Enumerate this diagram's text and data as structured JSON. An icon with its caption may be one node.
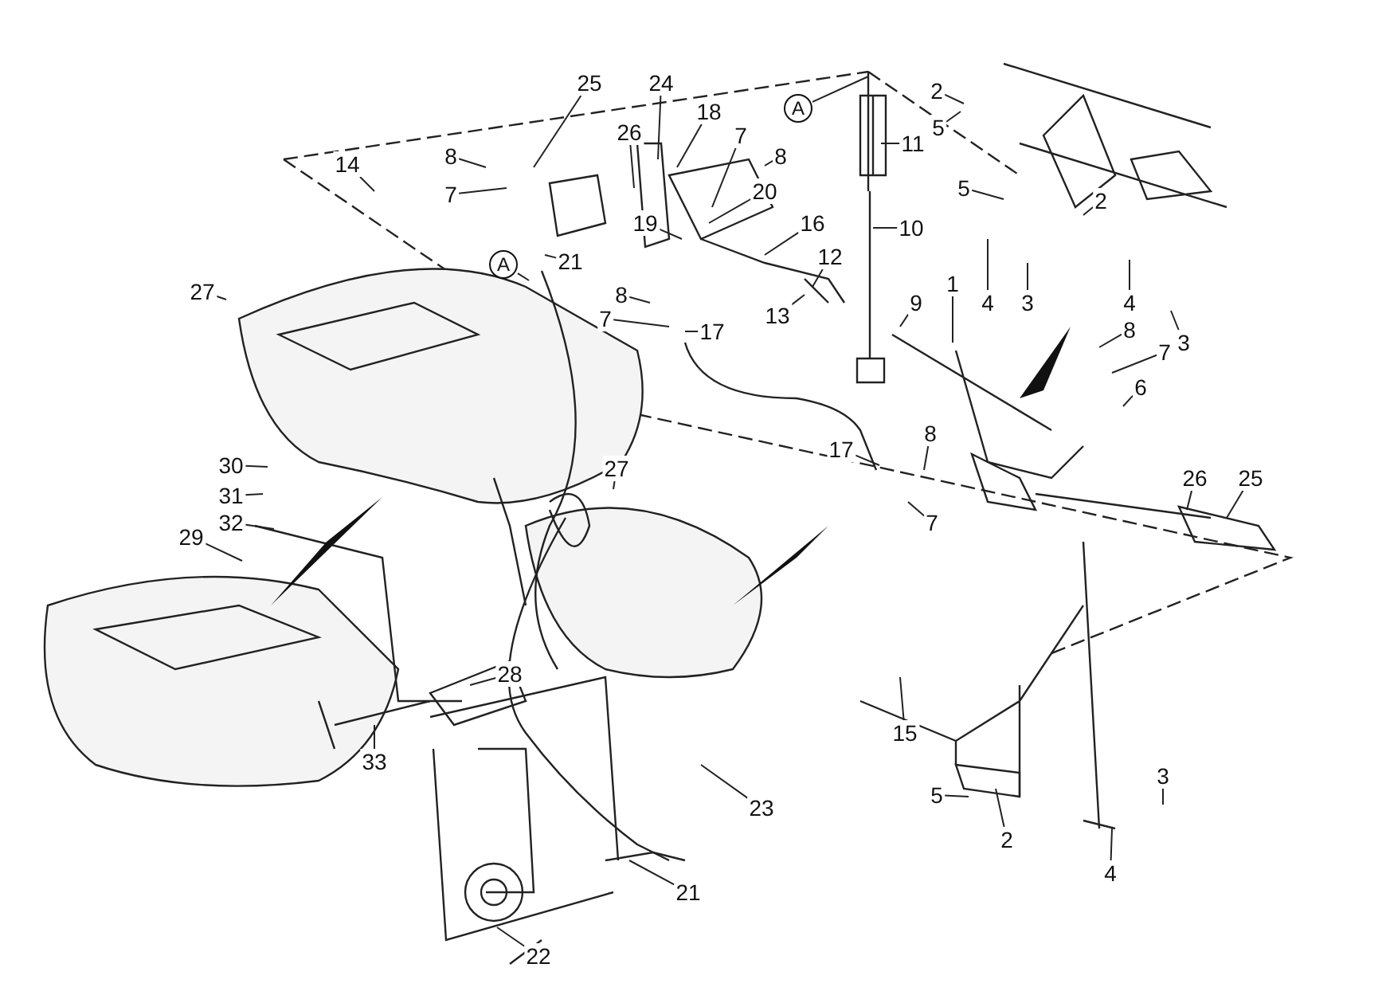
{
  "diagram": {
    "nodes": [
      {
        "text": [
          "14"
        ]
      },
      {
        "text": [
          "8"
        ]
      },
      {
        "text": [
          "7"
        ]
      },
      {
        "text": [
          "25"
        ]
      },
      {
        "text": [
          "26"
        ]
      },
      {
        "text": [
          "24"
        ]
      },
      {
        "text": [
          "18"
        ]
      },
      {
        "text": [
          "7"
        ]
      },
      {
        "text": [
          "8"
        ]
      },
      {
        "text": [
          "20"
        ]
      },
      {
        "text": [
          "19"
        ]
      },
      {
        "text": [
          "16"
        ]
      },
      {
        "text": [
          "A"
        ]
      },
      {
        "text": [
          "21"
        ]
      },
      {
        "text": [
          "27"
        ]
      },
      {
        "text": [
          "8"
        ]
      },
      {
        "text": [
          "7"
        ]
      },
      {
        "text": [
          "17"
        ]
      },
      {
        "text": [
          "12"
        ]
      },
      {
        "text": [
          "13"
        ]
      },
      {
        "text": [
          "A"
        ]
      },
      {
        "text": [
          "11"
        ]
      },
      {
        "text": [
          "10"
        ]
      },
      {
        "text": [
          "9"
        ]
      },
      {
        "text": [
          "1"
        ]
      },
      {
        "text": [
          "2"
        ]
      },
      {
        "text": [
          "5"
        ]
      },
      {
        "text": [
          "5"
        ]
      },
      {
        "text": [
          "2"
        ]
      },
      {
        "text": [
          "4"
        ]
      },
      {
        "text": [
          "3"
        ]
      },
      {
        "text": [
          "4"
        ]
      },
      {
        "text": [
          "3"
        ]
      },
      {
        "text": [
          "8"
        ]
      },
      {
        "text": [
          "7"
        ]
      },
      {
        "text": [
          "6"
        ]
      },
      {
        "text": [
          "17"
        ]
      },
      {
        "text": [
          "8"
        ]
      },
      {
        "text": [
          "7"
        ]
      },
      {
        "text": [
          "27"
        ]
      },
      {
        "text": [
          "30"
        ]
      },
      {
        "text": [
          "31"
        ]
      },
      {
        "text": [
          "32"
        ]
      },
      {
        "text": [
          "29"
        ]
      },
      {
        "text": [
          "26"
        ]
      },
      {
        "text": [
          "25"
        ]
      },
      {
        "text": [
          "28"
        ]
      },
      {
        "text": [
          "33"
        ]
      },
      {
        "text": [
          "15"
        ]
      },
      {
        "text": [
          "23"
        ]
      },
      {
        "text": [
          "21"
        ]
      },
      {
        "text": [
          "22"
        ]
      },
      {
        "text": [
          "5"
        ]
      },
      {
        "text": [
          "2"
        ]
      },
      {
        "text": [
          "4"
        ]
      },
      {
        "text": [
          "3"
        ]
      }
    ],
    "edges": [
      {
        "from": 0,
        "to": null,
        "arrow": "none"
      },
      {
        "from": 1,
        "to": null,
        "arrow": "none"
      },
      {
        "from": 2,
        "to": null,
        "arrow": "none"
      },
      {
        "from": 3,
        "to": null,
        "arrow": "none"
      },
      {
        "from": 4,
        "to": null,
        "arrow": "none"
      },
      {
        "from": 5,
        "to": null,
        "arrow": "none"
      },
      {
        "from": 6,
        "to": null,
        "arrow": "none"
      },
      {
        "from": 7,
        "to": null,
        "arrow": "none"
      },
      {
        "from": 8,
        "to": null,
        "arrow": "none"
      },
      {
        "from": 9,
        "to": null,
        "arrow": "none"
      },
      {
        "from": 10,
        "to": null,
        "arrow": "none"
      },
      {
        "from": 11,
        "to": null,
        "arrow": "none"
      },
      {
        "from": 12,
        "to": null,
        "arrow": "none"
      },
      {
        "from": 13,
        "to": null,
        "arrow": "none"
      },
      {
        "from": 14,
        "to": null,
        "arrow": "none"
      },
      {
        "from": 15,
        "to": null,
        "arrow": "none"
      },
      {
        "from": 16,
        "to": null,
        "arrow": "none"
      },
      {
        "from": 17,
        "to": null,
        "arrow": "none"
      },
      {
        "from": 18,
        "to": null,
        "arrow": "none"
      },
      {
        "from": 19,
        "to": null,
        "arrow": "none"
      },
      {
        "from": 20,
        "to": null,
        "arrow": "none"
      },
      {
        "from": 21,
        "to": null,
        "arrow": "none"
      },
      {
        "from": 22,
        "to": null,
        "arrow": "none"
      },
      {
        "from": 23,
        "to": null,
        "arrow": "none"
      },
      {
        "from": 24,
        "to": null,
        "arrow": "none"
      },
      {
        "from": 25,
        "to": null,
        "arrow": "none"
      },
      {
        "from": 26,
        "to": null,
        "arrow": "none"
      },
      {
        "from": 27,
        "to": null,
        "arrow": "none"
      },
      {
        "from": 28,
        "to": null,
        "arrow": "none"
      },
      {
        "from": 29,
        "to": null,
        "arrow": "none"
      },
      {
        "from": 30,
        "to": null,
        "arrow": "none"
      },
      {
        "from": 31,
        "to": null,
        "arrow": "none"
      },
      {
        "from": 32,
        "to": null,
        "arrow": "none"
      },
      {
        "from": 33,
        "to": null,
        "arrow": "none"
      },
      {
        "from": 34,
        "to": null,
        "arrow": "none"
      },
      {
        "from": 35,
        "to": null,
        "arrow": "none"
      },
      {
        "from": 36,
        "to": null,
        "arrow": "none"
      },
      {
        "from": 37,
        "to": null,
        "arrow": "none"
      },
      {
        "from": 38,
        "to": null,
        "arrow": "none"
      },
      {
        "from": 39,
        "to": null,
        "arrow": "none"
      },
      {
        "from": 40,
        "to": null,
        "arrow": "none"
      },
      {
        "from": 41,
        "to": null,
        "arrow": "none"
      },
      {
        "from": 42,
        "to": null,
        "arrow": "none"
      },
      {
        "from": 43,
        "to": null,
        "arrow": "none"
      },
      {
        "from": 44,
        "to": null,
        "arrow": "none"
      },
      {
        "from": 45,
        "to": null,
        "arrow": "none"
      },
      {
        "from": 46,
        "to": null,
        "arrow": "none"
      },
      {
        "from": 47,
        "to": null,
        "arrow": "none"
      },
      {
        "from": 48,
        "to": null,
        "arrow": "none"
      },
      {
        "from": 49,
        "to": null,
        "arrow": "none"
      },
      {
        "from": 50,
        "to": null,
        "arrow": "none"
      },
      {
        "from": 51,
        "to": null,
        "arrow": "none"
      },
      {
        "from": 52,
        "to": null,
        "arrow": "none"
      },
      {
        "from": 53,
        "to": null,
        "arrow": "none"
      },
      {
        "from": 54,
        "to": null,
        "arrow": "none"
      },
      {
        "from": 55,
        "to": null,
        "arrow": "none"
      }
    ]
  }
}
